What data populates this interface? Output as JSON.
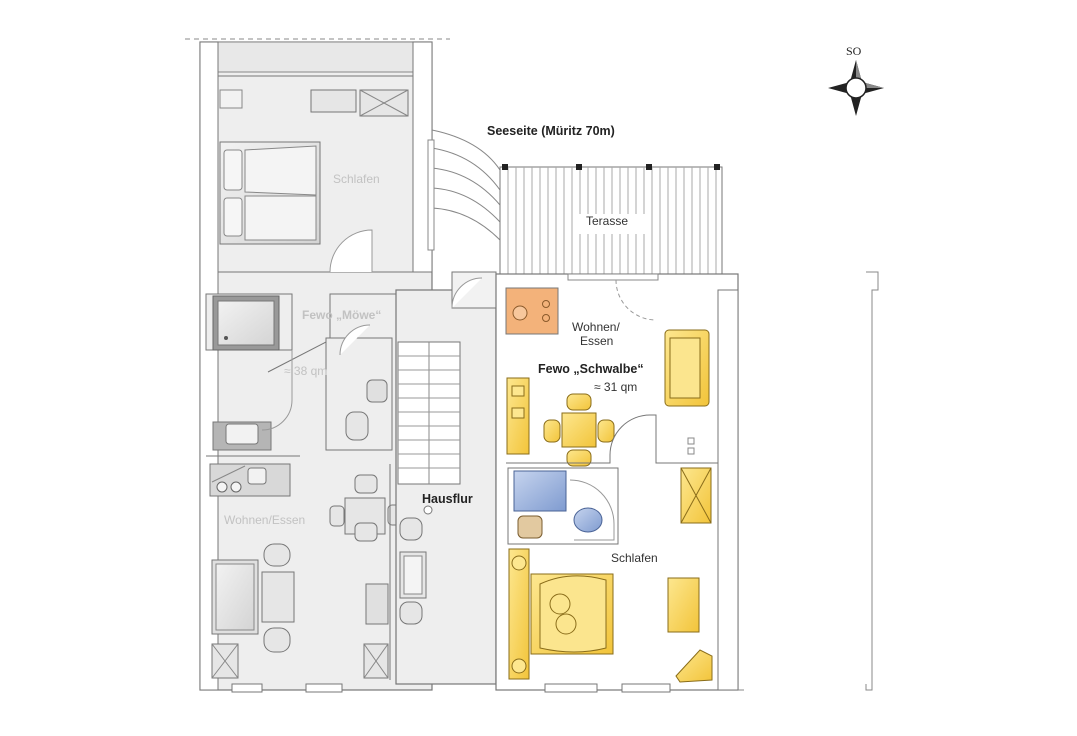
{
  "compass": {
    "label": "SO"
  },
  "labels": {
    "seaside": "Seeseite (Müritz 70m)",
    "terrace": "Terasse",
    "moewe_bedroom": "Schlafen",
    "moewe_name": "Fewo „Möwe“",
    "moewe_area": "≈ 38 qm",
    "moewe_living": "Wohnen/Essen",
    "hallway": "Hausflur",
    "schwalbe_living_1": "Wohnen/",
    "schwalbe_living_2": "Essen",
    "schwalbe_name": "Fewo „Schwalbe“",
    "schwalbe_area": "≈ 31 qm",
    "schwalbe_bedroom": "Schlafen"
  },
  "colors": {
    "wall": "#777777",
    "apartment_grey": "#eeeeee",
    "furniture_grey": "#e6e6e6",
    "furniture_yellow": "#f7d55a",
    "furniture_yellow_light": "#fbe58e",
    "kitchen_orange": "#f3b27a",
    "bath_blue": "#9fb6dd",
    "bath_tan": "#e2c9a0"
  }
}
